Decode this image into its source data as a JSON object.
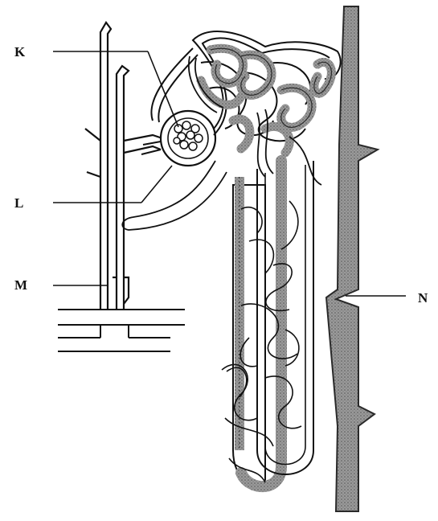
{
  "labels": {
    "k": "K",
    "l": "L",
    "m": "M",
    "n": "N"
  },
  "colors": {
    "ink": "#111111",
    "vessel_fill": "#8a8a8a",
    "vessel_stroke": "#2a2a2a",
    "tubule_fill": "#ffffff",
    "background": "#ffffff"
  }
}
